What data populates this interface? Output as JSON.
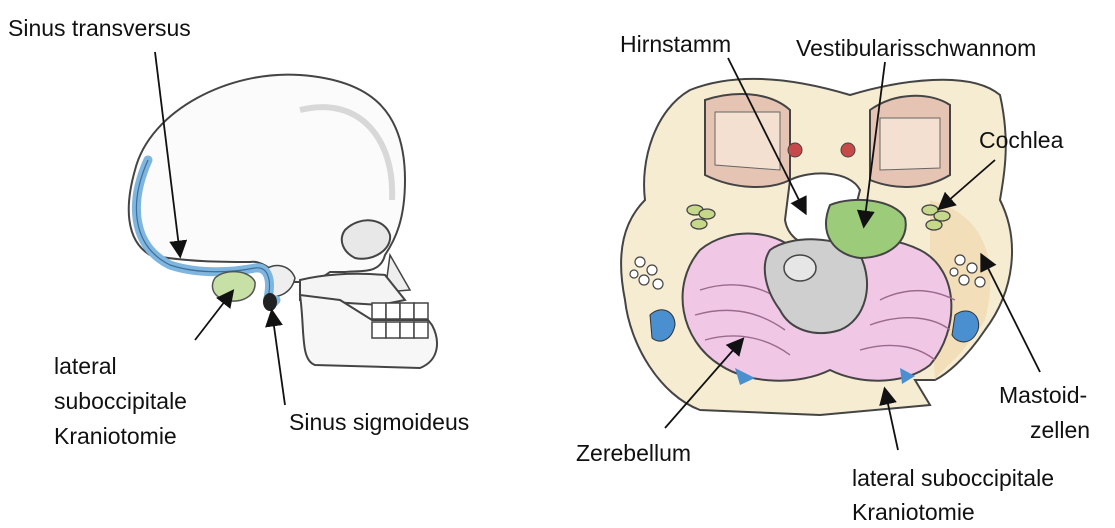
{
  "left_figure": {
    "sinus_transversus": "Sinus transversus",
    "kraniotomie_line1": "lateral",
    "kraniotomie_line2": "suboccipitale",
    "kraniotomie_line3": "Kraniotomie",
    "sinus_sigmoideus": "Sinus sigmoideus"
  },
  "right_figure": {
    "hirnstamm": "Hirnstamm",
    "vestibularisschwannom": "Vestibularisschwannom",
    "cochlea": "Cochlea",
    "mastoid_line1": "Mastoid-",
    "mastoid_line2": "zellen",
    "zerebellum": "Zerebellum",
    "kraniotomie_line1": "lateral suboccipitale",
    "kraniotomie_line2": "Kraniotomie"
  },
  "colors": {
    "sinus": "#7fb6df",
    "tumor": "#9ccc7a",
    "bone": "#f3e6c8",
    "cerebellum": "#f1c7e6",
    "brainstem": "#cfcfcf"
  }
}
